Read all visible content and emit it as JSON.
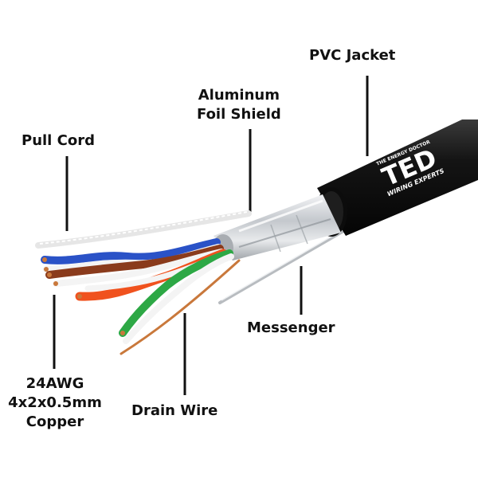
{
  "labels": {
    "pvc_jacket": "PVC Jacket",
    "aluminum_foil_shield": [
      "Aluminum",
      "Foil Shield"
    ],
    "pull_cord": "Pull Cord",
    "messenger": "Messenger",
    "conductor": [
      "24AWG",
      "4x2x0.5mm",
      "Copper"
    ],
    "drain_wire": "Drain Wire"
  },
  "logo": {
    "brand": "TED",
    "tagline_top": "THE ENERGY DOCTOR",
    "tagline_bottom": "WIRING EXPERTS"
  },
  "colors": {
    "jacket": "#141414",
    "foil": "#d3d6da",
    "pair_blue": "#2a52c7",
    "pair_brown": "#8a3b1c",
    "pair_orange": "#f0521e",
    "pair_green": "#2da845",
    "copper": "#c9783b"
  }
}
